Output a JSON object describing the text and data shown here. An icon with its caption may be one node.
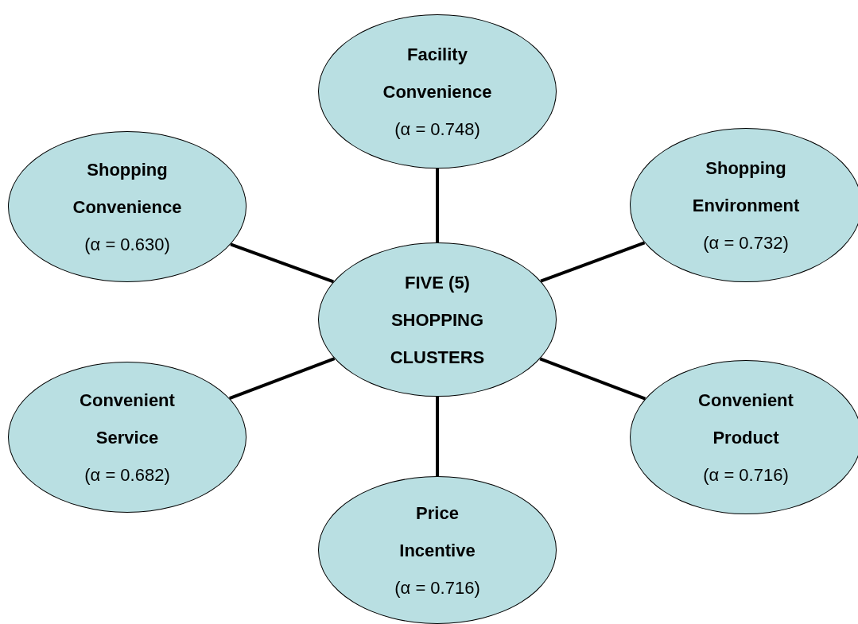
{
  "diagram": {
    "nodes": [
      {
        "text": [
          "Facility Convenience",
          "(α = 0.748)"
        ]
      },
      {
        "text": [
          "Shopping Convenience",
          "(α = 0.630)"
        ]
      },
      {
        "text": [
          "Shopping Environment",
          "(α = 0.732)"
        ]
      },
      {
        "text": [
          "FIVE (5) SHOPPING CLUSTERS"
        ]
      },
      {
        "text": [
          "Convenient Service",
          "(α = 0.682)"
        ]
      },
      {
        "text": [
          "Convenient Product",
          "(α = 0.716)"
        ]
      },
      {
        "text": [
          "Price Incentive",
          "(α = 0.716)"
        ]
      }
    ],
    "edges": [
      {
        "from": 3,
        "to": 0,
        "arrow": "none"
      },
      {
        "from": 3,
        "to": 1,
        "arrow": "none"
      },
      {
        "from": 3,
        "to": 2,
        "arrow": "none"
      },
      {
        "from": 3,
        "to": 4,
        "arrow": "none"
      },
      {
        "from": 3,
        "to": 5,
        "arrow": "none"
      },
      {
        "from": 3,
        "to": 6,
        "arrow": "none"
      }
    ]
  }
}
